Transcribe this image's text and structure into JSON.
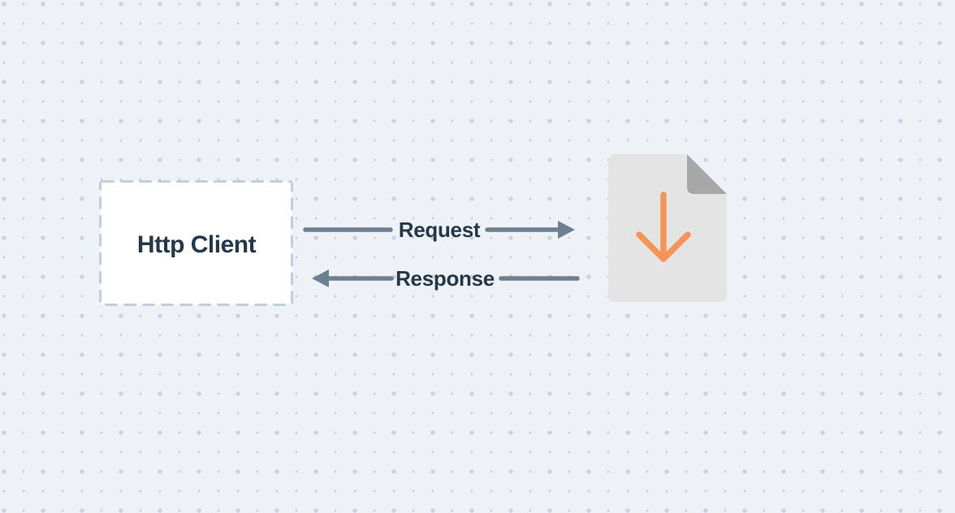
{
  "diagram": {
    "client": {
      "label": "Http Client",
      "shape": "dashed-rectangle"
    },
    "request": {
      "label": "Request",
      "direction": "right"
    },
    "response": {
      "label": "Response",
      "direction": "left"
    },
    "server": {
      "icon": "file-download-icon"
    },
    "colors": {
      "background": "#eef1f5",
      "dot_small": "#c6cfdb",
      "dot_large": "#c9d2de",
      "box_fill": "#ffffff",
      "box_border": "#c3cedb",
      "text": "#25384a",
      "arrow": "#6d8090",
      "file_fill": "#e4e4e4",
      "file_fold": "#a7a7a7",
      "download_arrow": "#f79455"
    }
  }
}
